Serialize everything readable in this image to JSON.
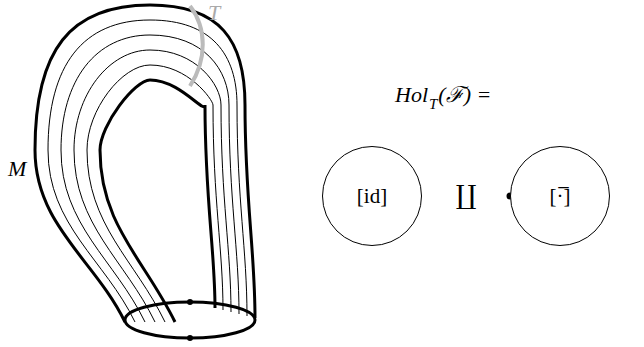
{
  "diagram": {
    "nodes": [
      {
        "text": [
          "[id]"
        ]
      },
      {
        "text": [
          "[·̅]"
        ]
      }
    ],
    "labels": [
      "M",
      "T",
      "Hol",
      "T",
      "(ℱ) =",
      "∐"
    ]
  }
}
